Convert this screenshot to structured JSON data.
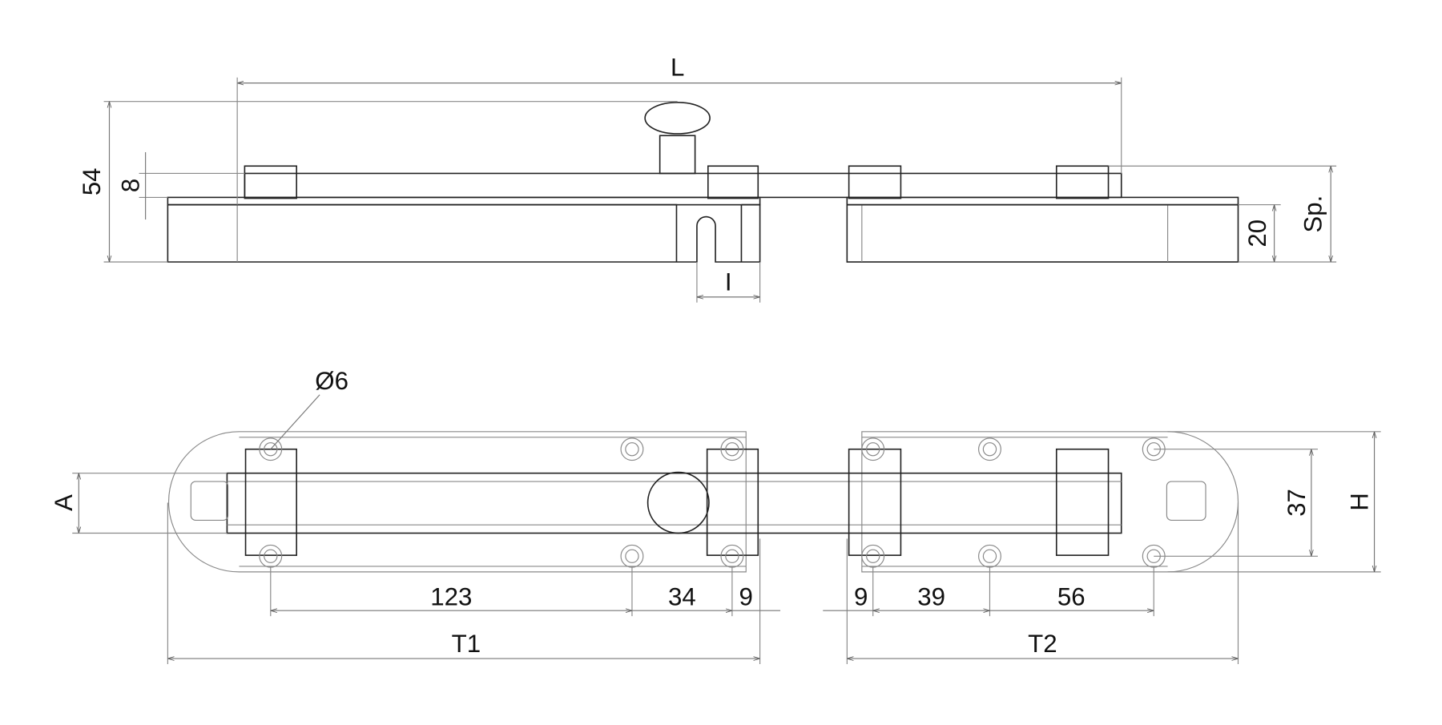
{
  "title": "Slide bolt technical drawing",
  "top_view": {
    "dimensions": {
      "length": "L",
      "height_total": "54",
      "bolt_height": "8",
      "gap": "I",
      "plate_height": "20",
      "thickness": "Sp."
    }
  },
  "plan_view": {
    "dimensions": {
      "hole_diameter": "Ø6",
      "bolt_width": "A",
      "d1": "123",
      "d2": "34",
      "d3": "9",
      "d4": "9",
      "d5": "39",
      "d6": "56",
      "plate1_length": "T1",
      "plate2_length": "T2",
      "hole_spacing": "37",
      "plate_height": "H"
    }
  }
}
